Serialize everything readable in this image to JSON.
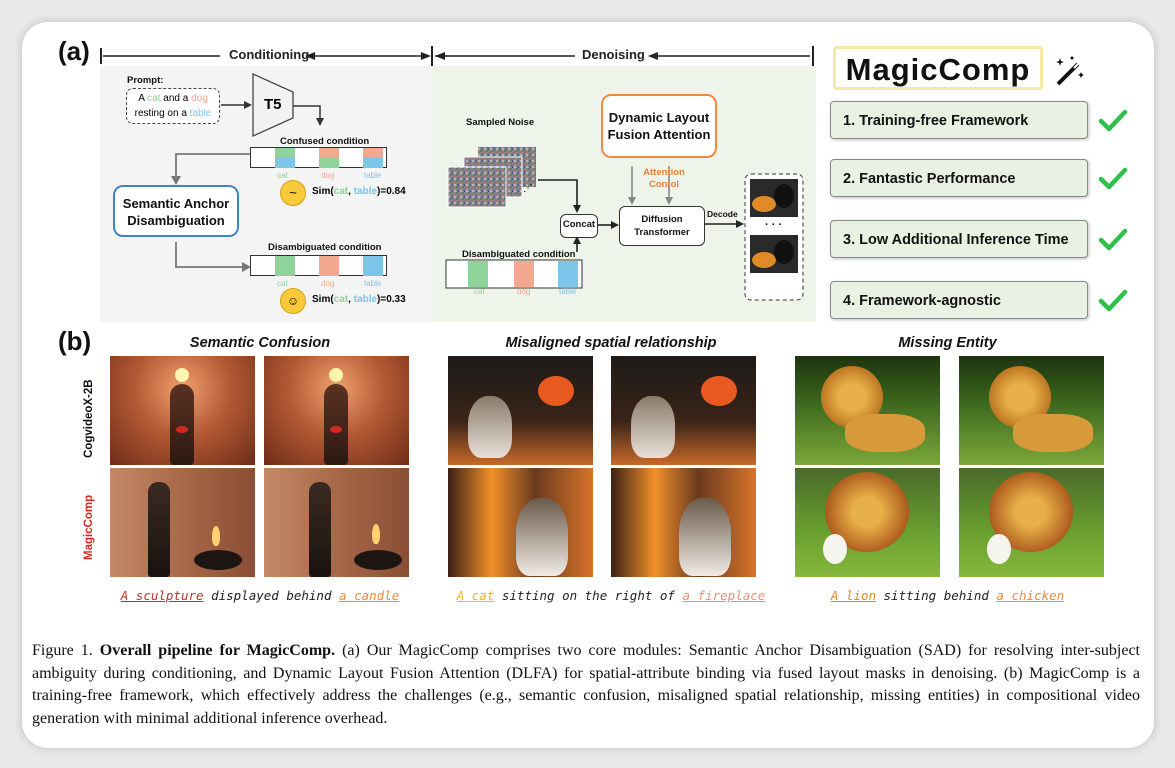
{
  "panel_a": {
    "label": "(a)",
    "conditioning_label": "Conditioning",
    "denoising_label": "Denoising",
    "prompt_label": "Prompt:",
    "prompt": {
      "a": "A",
      "cat": "cat",
      "and_a": "and a",
      "dog": "dog",
      "resting_on_a": "resting on a",
      "table": "table"
    },
    "t5_label": "T5",
    "confused_condition": "Confused condition",
    "disambiguated_condition": "Disambiguated condition",
    "sad_label": "Semantic Anchor Disambiguation",
    "tokens": [
      "cat",
      "dog",
      "table"
    ],
    "sim_prefix": "Sim(",
    "sim_comma": ", ",
    "sim_confused_value": ")=0.84",
    "sim_disambiguated_value": ")=0.33",
    "sampled_noise": "Sampled Noise",
    "dlfa_label": "Dynamic Layout Fusion Attention",
    "attention_control": "Attention Contol",
    "concat": "Concat",
    "diffusion_transformer": "Diffusion Transformer",
    "decode": "Decode",
    "ellipsis": "· · ·"
  },
  "brand": {
    "name": "MagicComp"
  },
  "features": [
    "1. Training-free Framework",
    "2. Fantastic Performance",
    "3. Low Additional Inference Time",
    "4. Framework-agnostic"
  ],
  "panel_b": {
    "label": "(b)",
    "sections": [
      {
        "title": "Semantic Confusion",
        "cap_pre": "",
        "e1": "A sculpture",
        "mid": " displayed behind ",
        "e2": "a candle"
      },
      {
        "title": "Misaligned spatial relationship",
        "cap_pre": "",
        "e1": "A cat",
        "mid": " sitting on the right of ",
        "e2": "a fireplace"
      },
      {
        "title": "Missing Entity",
        "cap_pre": "",
        "e1": "A lion",
        "mid": " sitting behind ",
        "e2": "a chicken"
      }
    ],
    "row_labels": [
      "CogvideoX-2B",
      "MagicComp"
    ]
  },
  "figure_caption": {
    "prefix": "Figure 1. ",
    "bold": "Overall pipeline for MagicComp.",
    "text": " (a) Our MagicComp comprises two core modules: Semantic Anchor Disambiguation (SAD) for resolving inter-subject ambiguity during conditioning, and Dynamic Layout Fusion Attention (DLFA) for spatial-attribute binding via fused layout masks in denoising.  (b) MagicComp is a training-free framework, which effectively address the challenges (e.g., semantic confusion, misaligned spatial relationship, missing entities) in compositional video generation with minimal additional inference overhead."
  },
  "colors": {
    "cat": "#8ed39a",
    "dog": "#f2a98f",
    "table": "#7cc6ea",
    "sad_border": "#3f86c5",
    "dlfa_border": "#f08a3c",
    "check": "#2fc04a",
    "magiccomp_label": "#e0261d"
  }
}
